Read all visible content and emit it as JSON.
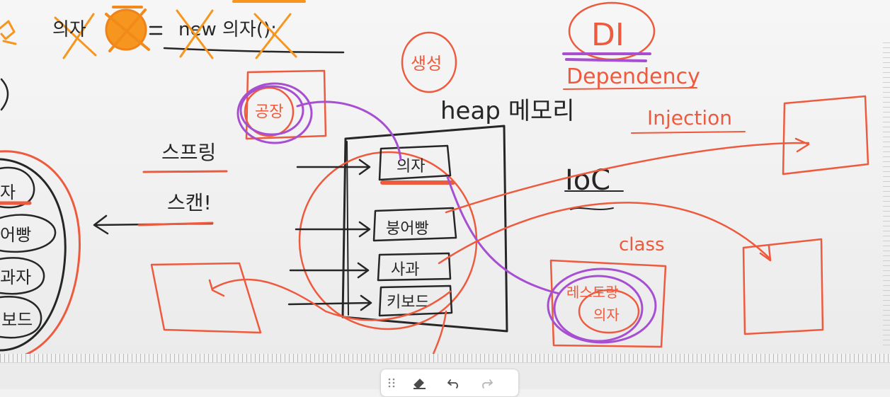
{
  "colors": {
    "black_ink": "#262626",
    "red_ink": "#ee5a3d",
    "orange_ink": "#f7961e",
    "purple_ink": "#a64fd1",
    "toolbar_icon": "#4a4a4a",
    "toolbar_icon_disabled": "#b6b6b6"
  },
  "board": {
    "top_note": {
      "left": "의자",
      "middle": "new 의자();"
    },
    "spring_note": {
      "scan_line1": "스프링",
      "scan_line2": "스캔!"
    },
    "heap": {
      "title": "heap 메모리",
      "items": [
        "의자",
        "붕어빵",
        "사과",
        "키보드"
      ]
    },
    "tag_circle": "생성",
    "factory_label": "공장",
    "di": {
      "abbr": "DI",
      "line1": "Dependency",
      "line2": "Injection"
    },
    "ioc": "IoC",
    "class_label": "class",
    "class_box": {
      "line1": "레스토랑",
      "line2": "의자"
    },
    "left_list": [
      "자",
      "어빵",
      "과자",
      "키보드"
    ]
  },
  "toolbar": {
    "tools": [
      {
        "name": "drag-handle",
        "icon": "grip-dots-icon"
      },
      {
        "name": "eraser",
        "icon": "eraser-icon"
      },
      {
        "name": "undo",
        "icon": "undo-icon"
      },
      {
        "name": "redo",
        "icon": "redo-icon",
        "disabled": true
      }
    ]
  }
}
